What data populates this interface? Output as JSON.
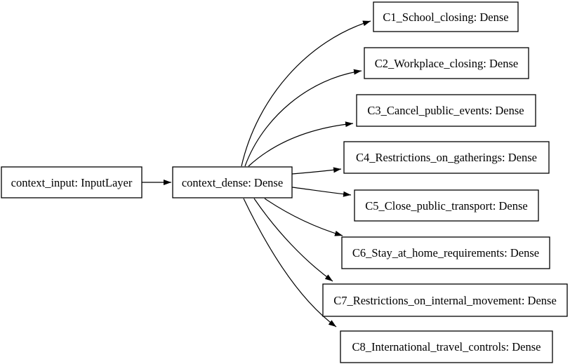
{
  "diagram": {
    "kind": "neural-network-layer-graph",
    "nodes": [
      {
        "id": "context_input",
        "label": "context_input: InputLayer",
        "layer_type": "InputLayer"
      },
      {
        "id": "context_dense",
        "label": "context_dense: Dense",
        "layer_type": "Dense"
      },
      {
        "id": "C1_School_closing",
        "label": "C1_School_closing: Dense",
        "layer_type": "Dense"
      },
      {
        "id": "C2_Workplace_closing",
        "label": "C2_Workplace_closing: Dense",
        "layer_type": "Dense"
      },
      {
        "id": "C3_Cancel_public_events",
        "label": "C3_Cancel_public_events: Dense",
        "layer_type": "Dense"
      },
      {
        "id": "C4_Restrictions_on_gatherings",
        "label": "C4_Restrictions_on_gatherings: Dense",
        "layer_type": "Dense"
      },
      {
        "id": "C5_Close_public_transport",
        "label": "C5_Close_public_transport: Dense",
        "layer_type": "Dense"
      },
      {
        "id": "C6_Stay_at_home_requirements",
        "label": "C6_Stay_at_home_requirements: Dense",
        "layer_type": "Dense"
      },
      {
        "id": "C7_Restrictions_on_internal_movement",
        "label": "C7_Restrictions_on_internal_movement: Dense",
        "layer_type": "Dense"
      },
      {
        "id": "C8_International_travel_controls",
        "label": "C8_International_travel_controls: Dense",
        "layer_type": "Dense"
      }
    ],
    "edges": [
      {
        "from": "context_input",
        "to": "context_dense"
      },
      {
        "from": "context_dense",
        "to": "C1_School_closing"
      },
      {
        "from": "context_dense",
        "to": "C2_Workplace_closing"
      },
      {
        "from": "context_dense",
        "to": "C3_Cancel_public_events"
      },
      {
        "from": "context_dense",
        "to": "C4_Restrictions_on_gatherings"
      },
      {
        "from": "context_dense",
        "to": "C5_Close_public_transport"
      },
      {
        "from": "context_dense",
        "to": "C6_Stay_at_home_requirements"
      },
      {
        "from": "context_dense",
        "to": "C7_Restrictions_on_internal_movement"
      },
      {
        "from": "context_dense",
        "to": "C8_International_travel_controls"
      }
    ],
    "colors": {
      "background": "#ffffff",
      "node_fill": "#ffffff",
      "node_border": "#000000",
      "edge": "#000000",
      "text": "#000000"
    }
  }
}
